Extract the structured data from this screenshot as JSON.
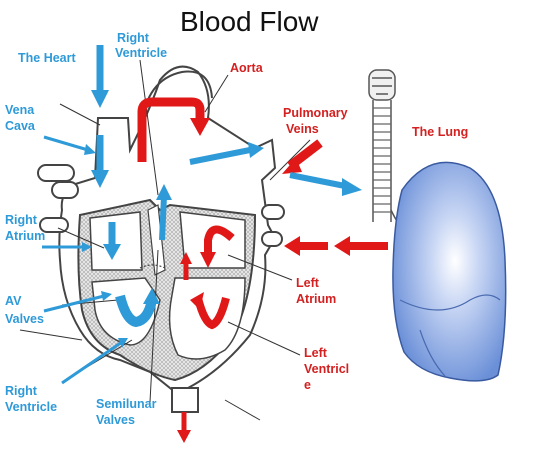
{
  "title": "Blood Flow",
  "labels": {
    "heart": "The Heart",
    "right_ventricle_top_1": "Right",
    "right_ventricle_top_2": "Ventricle",
    "aorta": "Aorta",
    "pulmonary_veins_1": "Pulmonary",
    "pulmonary_veins_2": "Veins",
    "lung": "The Lung",
    "vena_cava_1": "Vena",
    "vena_cava_2": "Cava",
    "right_atrium_1": "Right",
    "right_atrium_2": "Atrium",
    "av_valves_1": "AV",
    "av_valves_2": "Valves",
    "right_ventricle_bottom_1": "Right",
    "right_ventricle_bottom_2": "Ventricle",
    "semilunar_valves_1": "Semilunar",
    "semilunar_valves_2": "Valves",
    "left_atrium_1": "Left",
    "left_atrium_2": "Atrium",
    "left_ventricle_1": "Left",
    "left_ventricle_2": "Ventricl",
    "left_ventricle_3": "e"
  },
  "colors": {
    "oxygen_poor": "#2e9ad8",
    "oxygen_rich": "#e01818",
    "lung_fill": "#a9c3ea",
    "heart_wall": "#d8d8d8",
    "outline": "#444444"
  }
}
